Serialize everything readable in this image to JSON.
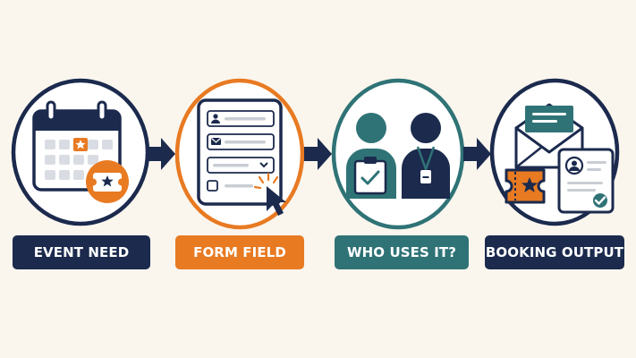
{
  "steps": [
    {
      "label": "EVENT NEED",
      "color": "#1b2a4d"
    },
    {
      "label": "FORM FIELD",
      "color": "#e87a22"
    },
    {
      "label": "WHO USES IT?",
      "color": "#2f7376"
    },
    {
      "label": "BOOKING OUTPUT",
      "color": "#1b2a4d"
    }
  ],
  "colors": {
    "navy": "#1b2a4d",
    "orange": "#e87a22",
    "teal": "#2f7376",
    "background": "#faf6ee"
  },
  "icons": [
    "calendar-icon",
    "ticket-icon",
    "form-icon",
    "cursor-icon",
    "people-icon",
    "envelope-icon",
    "profile-card-icon"
  ]
}
